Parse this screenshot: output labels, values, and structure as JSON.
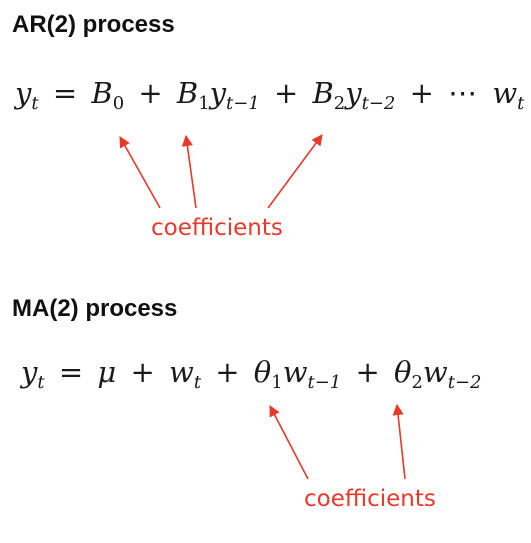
{
  "ar": {
    "heading": "AR(2) process",
    "equation": {
      "lhs": "y",
      "lhs_sub": "t",
      "equals": "=",
      "t1": "B",
      "t1_sub": "0",
      "plus": "+",
      "t2_coef": "B",
      "t2_coef_sub": "1",
      "t2_var": "y",
      "t2_var_sub": "t−1",
      "t3_coef": "B",
      "t3_coef_sub": "2",
      "t3_var": "y",
      "t3_var_sub": "t−2",
      "ellipsis": "⋯",
      "t4": "w",
      "t4_sub": "t"
    },
    "annotation": "coefficients"
  },
  "ma": {
    "heading": "MA(2) process",
    "equation": {
      "lhs": "y",
      "lhs_sub": "t",
      "equals": "=",
      "t1": "μ",
      "plus": "+",
      "t2": "w",
      "t2_sub": "t",
      "t3_coef": "θ",
      "t3_coef_sub": "1",
      "t3_var": "w",
      "t3_var_sub": "t−1",
      "t4_coef": "θ",
      "t4_coef_sub": "2",
      "t4_var": "w",
      "t4_var_sub": "t−2"
    },
    "annotation": "coefficients"
  },
  "colors": {
    "text": "#111111",
    "annotation": "#e8392b"
  }
}
